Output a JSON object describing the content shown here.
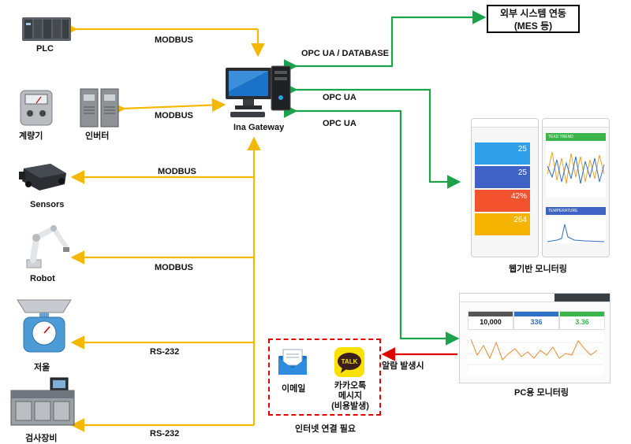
{
  "devices": {
    "plc": "PLC",
    "meter": "계량기",
    "inverter": "인버터",
    "sensors": "Sensors",
    "robot": "Robot",
    "scale": "저울",
    "inspection": "검사장비"
  },
  "gateway": {
    "label": "Ina Gateway"
  },
  "links": {
    "plc": "MODBUS",
    "inverter": "MODBUS",
    "sensors": "MODBUS",
    "robot": "MODBUS",
    "scale": "RS-232",
    "inspection": "RS-232",
    "external": "OPC UA / DATABASE",
    "web": "OPC UA",
    "pc": "OPC UA"
  },
  "external_system": {
    "line1": "외부 시스템 연동",
    "line2": "(MES 등)"
  },
  "web_monitoring": {
    "label": "웹기반 모니터링",
    "tiles": [
      "25",
      "25",
      "42%",
      "264"
    ],
    "panel1": "TEXD TREND",
    "panel2": "TEMPERATURE"
  },
  "pc_monitoring": {
    "label": "PC용 모니터링",
    "kpis": [
      "10,000",
      "336",
      "3.36"
    ]
  },
  "alert": {
    "trigger": "알람 발생시",
    "email": "이메일",
    "kakao": "카카오톡\n메시지\n(비용발생)",
    "kakao_line1": "카카오톡",
    "kakao_line2": "메시지",
    "kakao_line3": "(비용발생)",
    "talk": "TALK",
    "footer": "인터넷 연결 필요"
  },
  "colors": {
    "modbus": "#f5b800",
    "opcua": "#1aa34a",
    "alarm": "#e00000"
  }
}
